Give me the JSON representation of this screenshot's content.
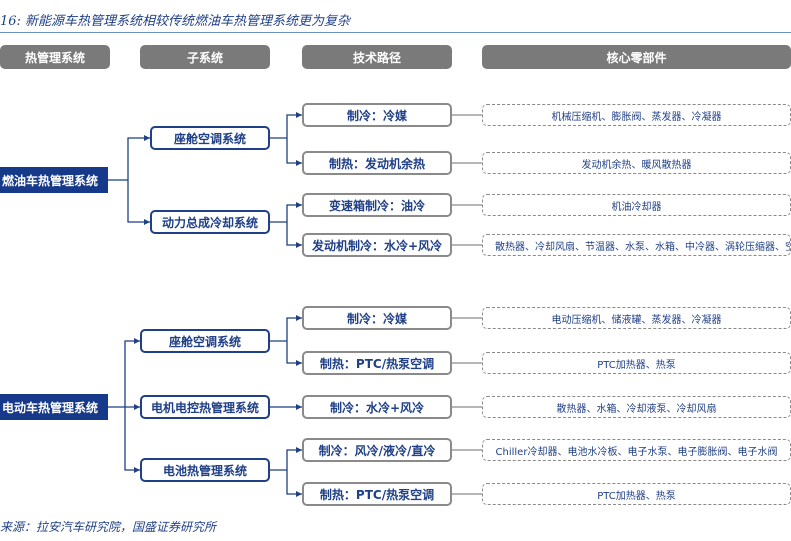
{
  "figure_title": "16:  新能源车热管理系统相较传统燃油车热管理系统更为复杂",
  "source": "来源：拉安汽车研究院，国盛证券研究所",
  "headers": {
    "system": "热管理系统",
    "subsystem": "子系统",
    "tech_route": "技术路径",
    "components": "核心零部件"
  },
  "fuel_vehicle": {
    "label": "燃油车热管理系统",
    "subsystems": [
      {
        "label": "座舱空调系统",
        "routes": [
          {
            "label": "制冷：冷媒",
            "components": "机械压缩机、膨胀阀、蒸发器、冷凝器"
          },
          {
            "label": "制热：发动机余热",
            "components": "发动机余热、暖风散热器"
          }
        ]
      },
      {
        "label": "动力总成冷却系统",
        "routes": [
          {
            "label": "变速箱制冷：油冷",
            "components": "机油冷却器"
          },
          {
            "label": "发动机制冷：水冷+风冷",
            "components": "散热器、冷却风扇、节温器、水泵、水箱、中冷器、涡轮压缩器、空"
          }
        ]
      }
    ]
  },
  "ev_vehicle": {
    "label": "电动车热管理系统",
    "subsystems": [
      {
        "label": "座舱空调系统",
        "routes": [
          {
            "label": "制冷：冷媒",
            "components": "电动压缩机、储液罐、蒸发器、冷凝器"
          },
          {
            "label": "制热：PTC/热泵空调",
            "components": "PTC加热器、热泵"
          }
        ]
      },
      {
        "label": "电机电控热管理系统",
        "routes": [
          {
            "label": "制冷：水冷+风冷",
            "components": "散热器、水箱、冷却液泵、冷却风扇"
          }
        ]
      },
      {
        "label": "电池热管理系统",
        "routes": [
          {
            "label": "制冷：风冷/液冷/直冷",
            "components": "Chiller冷却器、电池水冷板、电子水泵、电子膨胀阀、电子水阀"
          },
          {
            "label": "制热：PTC/热泵空调",
            "components": "PTC加热器、热泵"
          }
        ]
      }
    ]
  }
}
